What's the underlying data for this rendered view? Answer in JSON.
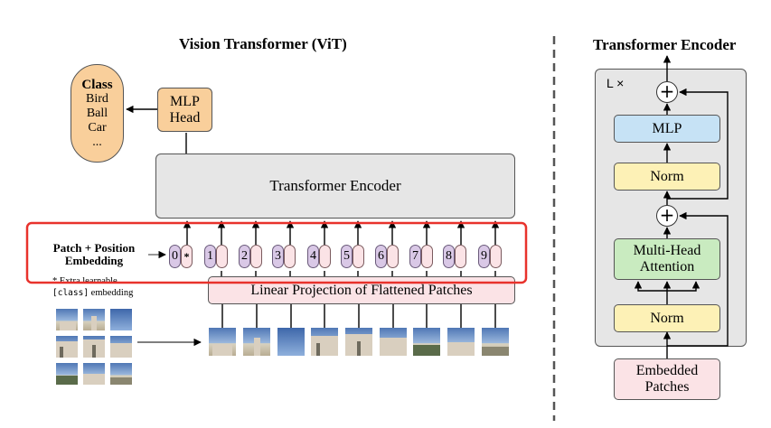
{
  "left_title": "Vision Transformer (ViT)",
  "right_title": "Transformer Encoder",
  "class_box": {
    "title": "Class",
    "items": [
      "Bird",
      "Ball",
      "Car",
      "..."
    ]
  },
  "mlp_head": {
    "line1": "MLP",
    "line2": "Head"
  },
  "transformer_encoder_label": "Transformer Encoder",
  "patch_position_label": {
    "line1": "Patch + Position",
    "line2": "Embedding"
  },
  "extra_learnable": {
    "line1": "* Extra learnable",
    "line2_mono": "[class]",
    "line2_rest": " embedding"
  },
  "linear_projection_label": "Linear Projection of Flattened Patches",
  "position_tokens": [
    "0",
    "1",
    "2",
    "3",
    "4",
    "5",
    "6",
    "7",
    "8",
    "9"
  ],
  "class_token_marker": "*",
  "encoder_block": {
    "repeat_label": "L ×",
    "mlp": "MLP",
    "norm_top": "Norm",
    "attention": {
      "line1": "Multi-Head",
      "line2": "Attention"
    },
    "norm_bottom": "Norm",
    "embedded_patches": {
      "line1": "Embedded",
      "line2": "Patches"
    },
    "add_symbol": "+"
  },
  "colors": {
    "class_fill": "#f9cf9b",
    "mlp_head_fill": "#f9cf9b",
    "encoder_fill": "#e6e6e6",
    "encoder_block_fill": "#e6e6e6",
    "highlight_border": "#e8322c",
    "projection_fill": "#fbe3e6",
    "mlp_fill": "#c6e2f5",
    "norm_fill": "#fdf1b6",
    "attention_fill": "#c9ebc0",
    "embedded_fill": "#fbe3e6"
  }
}
